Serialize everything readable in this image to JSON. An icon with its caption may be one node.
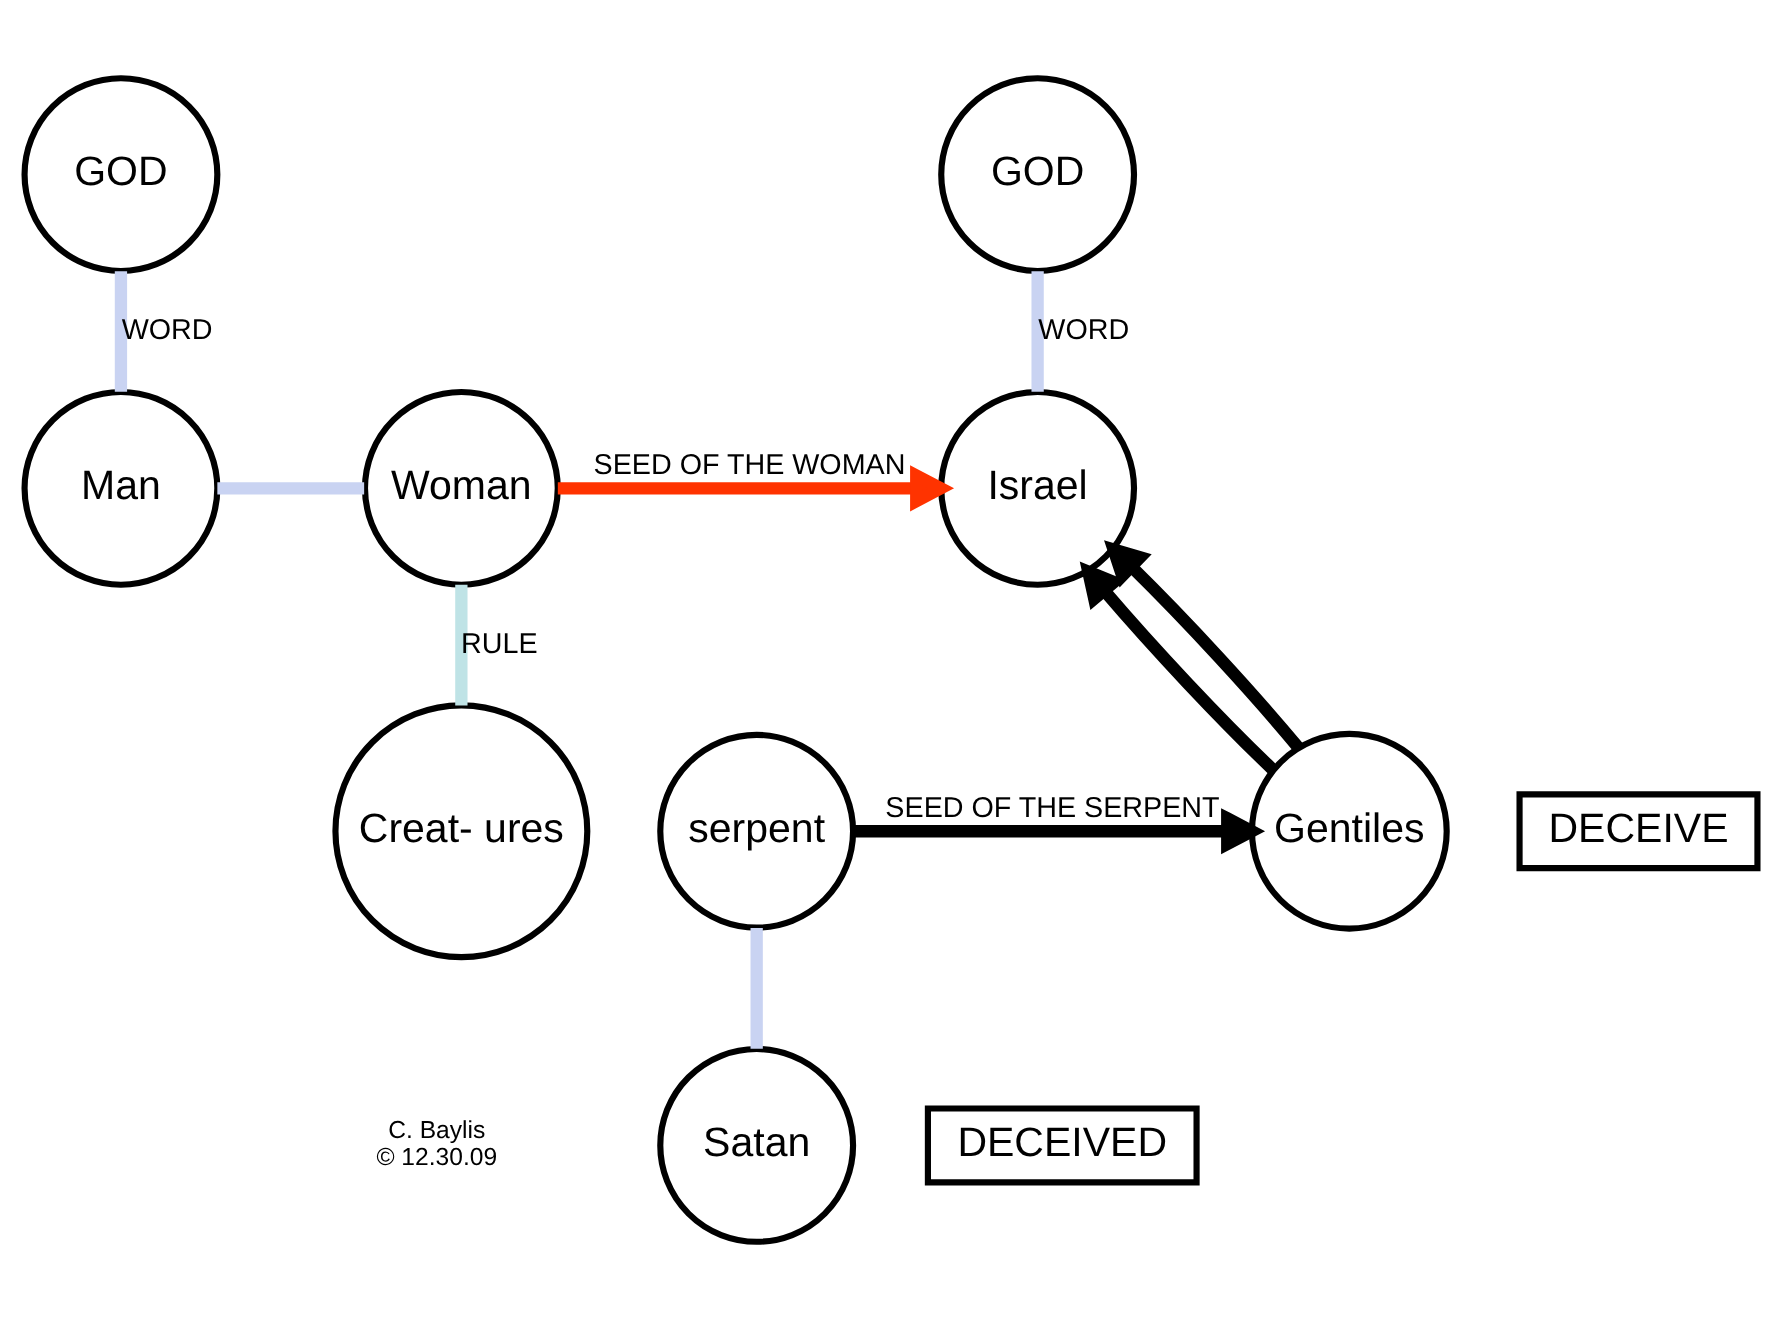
{
  "diagram": {
    "nodes": [
      {
        "text": [
          "GOD"
        ]
      },
      {
        "text": [
          "GOD"
        ]
      },
      {
        "text": [
          "Man"
        ]
      },
      {
        "text": [
          "Woman"
        ]
      },
      {
        "text": [
          "Israel"
        ]
      },
      {
        "text": [
          "Creat- ures"
        ]
      },
      {
        "text": [
          "serpent"
        ]
      },
      {
        "text": [
          "Gentiles"
        ]
      },
      {
        "text": [
          "Satan"
        ]
      },
      {
        "text": [
          "DECEIVE"
        ]
      },
      {
        "text": [
          "DECEIVED"
        ]
      }
    ],
    "edges": [
      {
        "from": 0,
        "to": 2,
        "arrow": "none",
        "label": "WORD",
        "color": "#c9d3f2"
      },
      {
        "from": 1,
        "to": 4,
        "arrow": "none",
        "label": "WORD",
        "color": "#c9d3f2"
      },
      {
        "from": 2,
        "to": 3,
        "arrow": "none",
        "color": "#c9d3f2"
      },
      {
        "from": 3,
        "to": 5,
        "arrow": "none",
        "label": "RULE",
        "color": "#bfe3e6"
      },
      {
        "from": 6,
        "to": 8,
        "arrow": "none",
        "color": "#c9d3f2"
      },
      {
        "from": 3,
        "to": 4,
        "arrow": "to",
        "label": "SEED OF THE WOMAN",
        "color": "#ff3300"
      },
      {
        "from": 6,
        "to": 7,
        "arrow": "to",
        "label": "SEED OF THE SERPENT",
        "color": "#000000"
      },
      {
        "from": 7,
        "to": 4,
        "arrow": "to",
        "color": "#000000"
      },
      {
        "from": 7,
        "to": 4,
        "arrow": "to",
        "color": "#000000"
      }
    ],
    "labels": [
      "C. Baylis",
      "© 12.30.09"
    ]
  }
}
